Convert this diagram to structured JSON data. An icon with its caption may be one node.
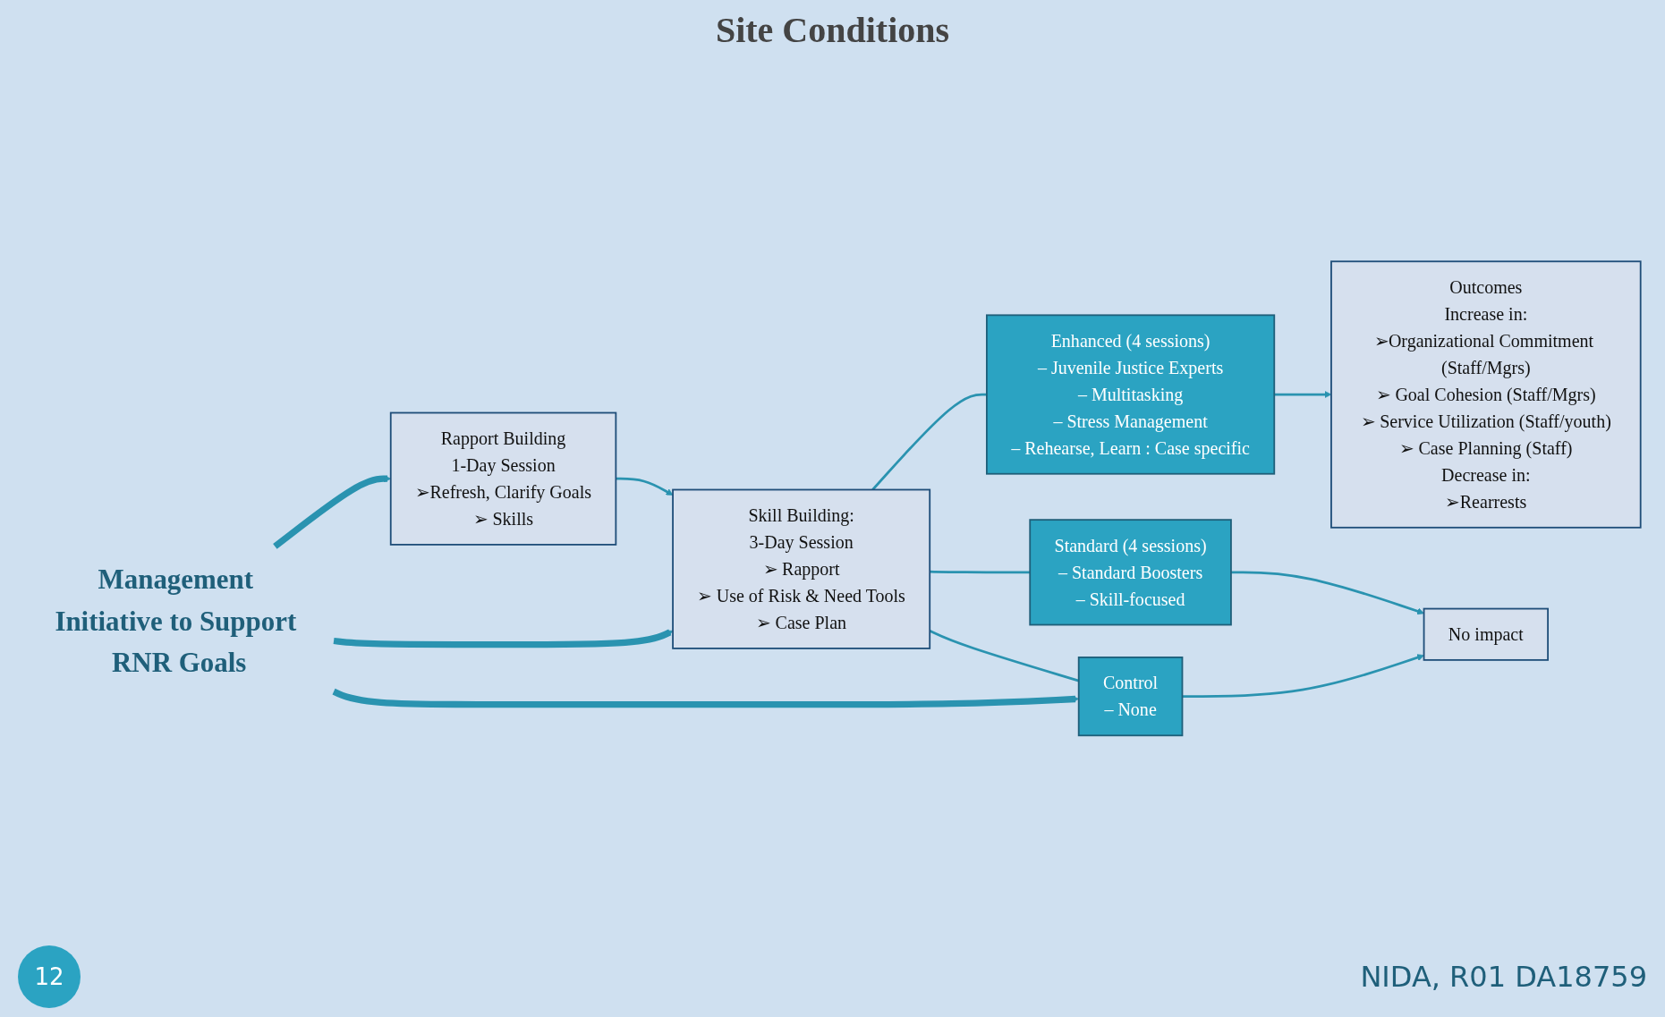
{
  "diagram": {
    "nodes": [
      {
        "text": [
          "Rapport Building",
          "1-Day Session",
          "➢Refresh, Clarify Goals",
          "➢ Skills"
        ]
      },
      {
        "text": [
          "Skill Building:",
          "3-Day Session",
          "➢ Rapport",
          "➢ Use of Risk & Need Tools",
          "➢ Case Plan"
        ]
      },
      {
        "text": [
          "Enhanced (4 sessions)",
          "– Juvenile Justice Experts",
          "– Multitasking",
          "– Stress Management",
          "– Rehearse, Learn : Case specific"
        ]
      },
      {
        "text": [
          "Standard (4 sessions)",
          "– Standard Boosters",
          "– Skill-focused"
        ]
      },
      {
        "text": [
          "Control",
          "– None"
        ]
      },
      {
        "text": [
          "Outcomes",
          "Increase in:",
          "➢Organizational Commitment (Staff/Mgrs)",
          "➢ Goal Cohesion (Staff/Mgrs)",
          "➢ Service Utilization (Staff/youth)",
          "➢ Case Planning (Staff)",
          "Decrease in:",
          "➢Rearrests"
        ]
      },
      {
        "text": [
          "No impact"
        ]
      },
      {
        "text": [
          "Management Initiative to Support RNR Goals"
        ]
      }
    ],
    "edges": [
      {
        "from": 0,
        "to": 1,
        "arrow": "to"
      },
      {
        "from": 1,
        "to": 2,
        "arrow": "none"
      },
      {
        "from": 1,
        "to": 3,
        "arrow": "none"
      },
      {
        "from": 1,
        "to": 4,
        "arrow": "none"
      },
      {
        "from": 2,
        "to": 5,
        "arrow": "to"
      },
      {
        "from": 3,
        "to": 6,
        "arrow": "to"
      },
      {
        "from": 4,
        "to": 6,
        "arrow": "to"
      },
      {
        "from": 7,
        "to": 0,
        "arrow": "to",
        "style": "thick"
      },
      {
        "from": 7,
        "to": 1,
        "arrow": "to",
        "style": "thick"
      },
      {
        "from": 7,
        "to": 4,
        "arrow": "to",
        "style": "thick"
      }
    ],
    "labels": [
      "Site Conditions",
      "12",
      "NIDA, R01 DA18759"
    ]
  }
}
